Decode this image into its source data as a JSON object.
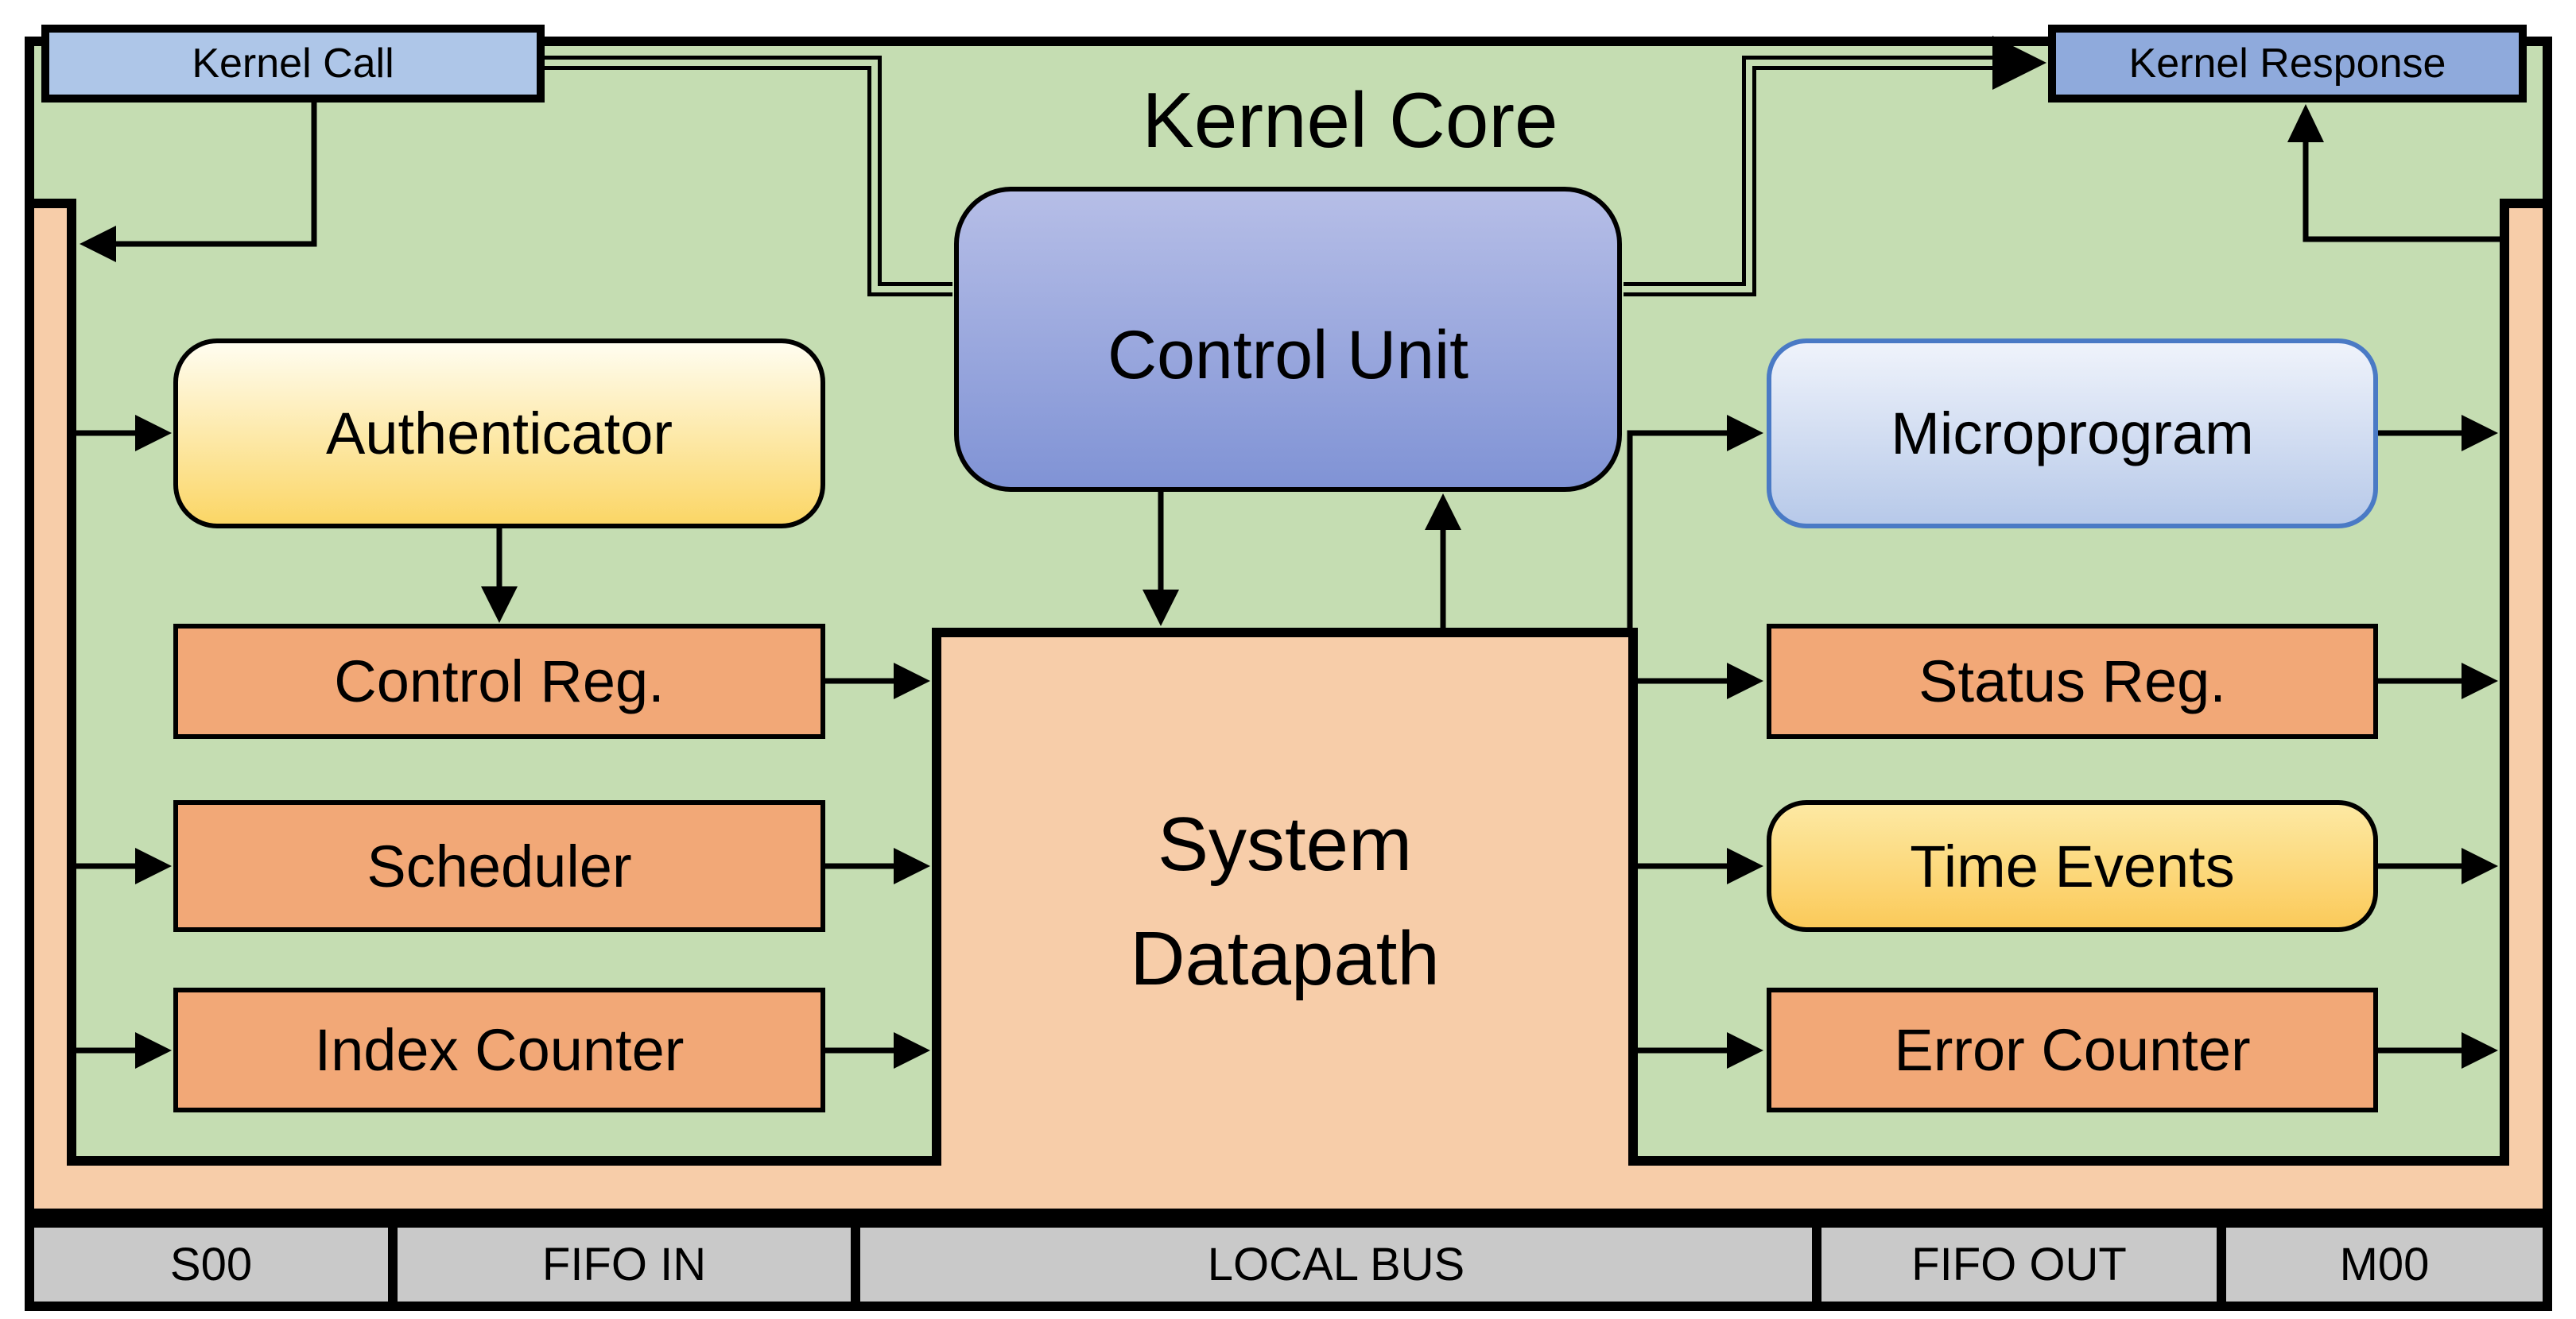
{
  "title": "Kernel Core",
  "io": {
    "kernel_call": "Kernel Call",
    "kernel_response": "Kernel Response"
  },
  "blocks": {
    "control_unit": "Control Unit",
    "authenticator": "Authenticator",
    "control_reg": "Control Reg.",
    "scheduler": "Scheduler",
    "index_counter": "Index Counter",
    "system_datapath": {
      "line1": "System",
      "line2": "Datapath"
    },
    "microprogram": "Microprogram",
    "status_reg": "Status Reg.",
    "time_events": "Time Events",
    "error_counter": "Error Counter"
  },
  "bus": {
    "cells": [
      {
        "label": "S00"
      },
      {
        "label": "FIFO IN"
      },
      {
        "label": "LOCAL BUS"
      },
      {
        "label": "FIFO OUT"
      },
      {
        "label": "M00"
      }
    ]
  },
  "colors": {
    "background_green": "#c5ddb2",
    "channel_peach": "#f7cda9",
    "register_orange": "#f2a877",
    "kernel_call_blue": "#aec6e8",
    "kernel_response_blue": "#8faadc",
    "control_unit_gradient_top": "#b6bee7",
    "control_unit_gradient_bottom": "#8093d5",
    "microprogram_gradient_top": "#eff3fb",
    "microprogram_gradient_bottom": "#b7c9e9",
    "microprogram_border_blue": "#4a7ac5",
    "authenticator_gradient_top": "#fffdf0",
    "authenticator_gradient_bottom": "#fbd666",
    "time_events_gradient_top": "#fde9a3",
    "time_events_gradient_bottom": "#fbca5a",
    "bus_gray": "#c9c9c9",
    "line_black": "#000000"
  }
}
